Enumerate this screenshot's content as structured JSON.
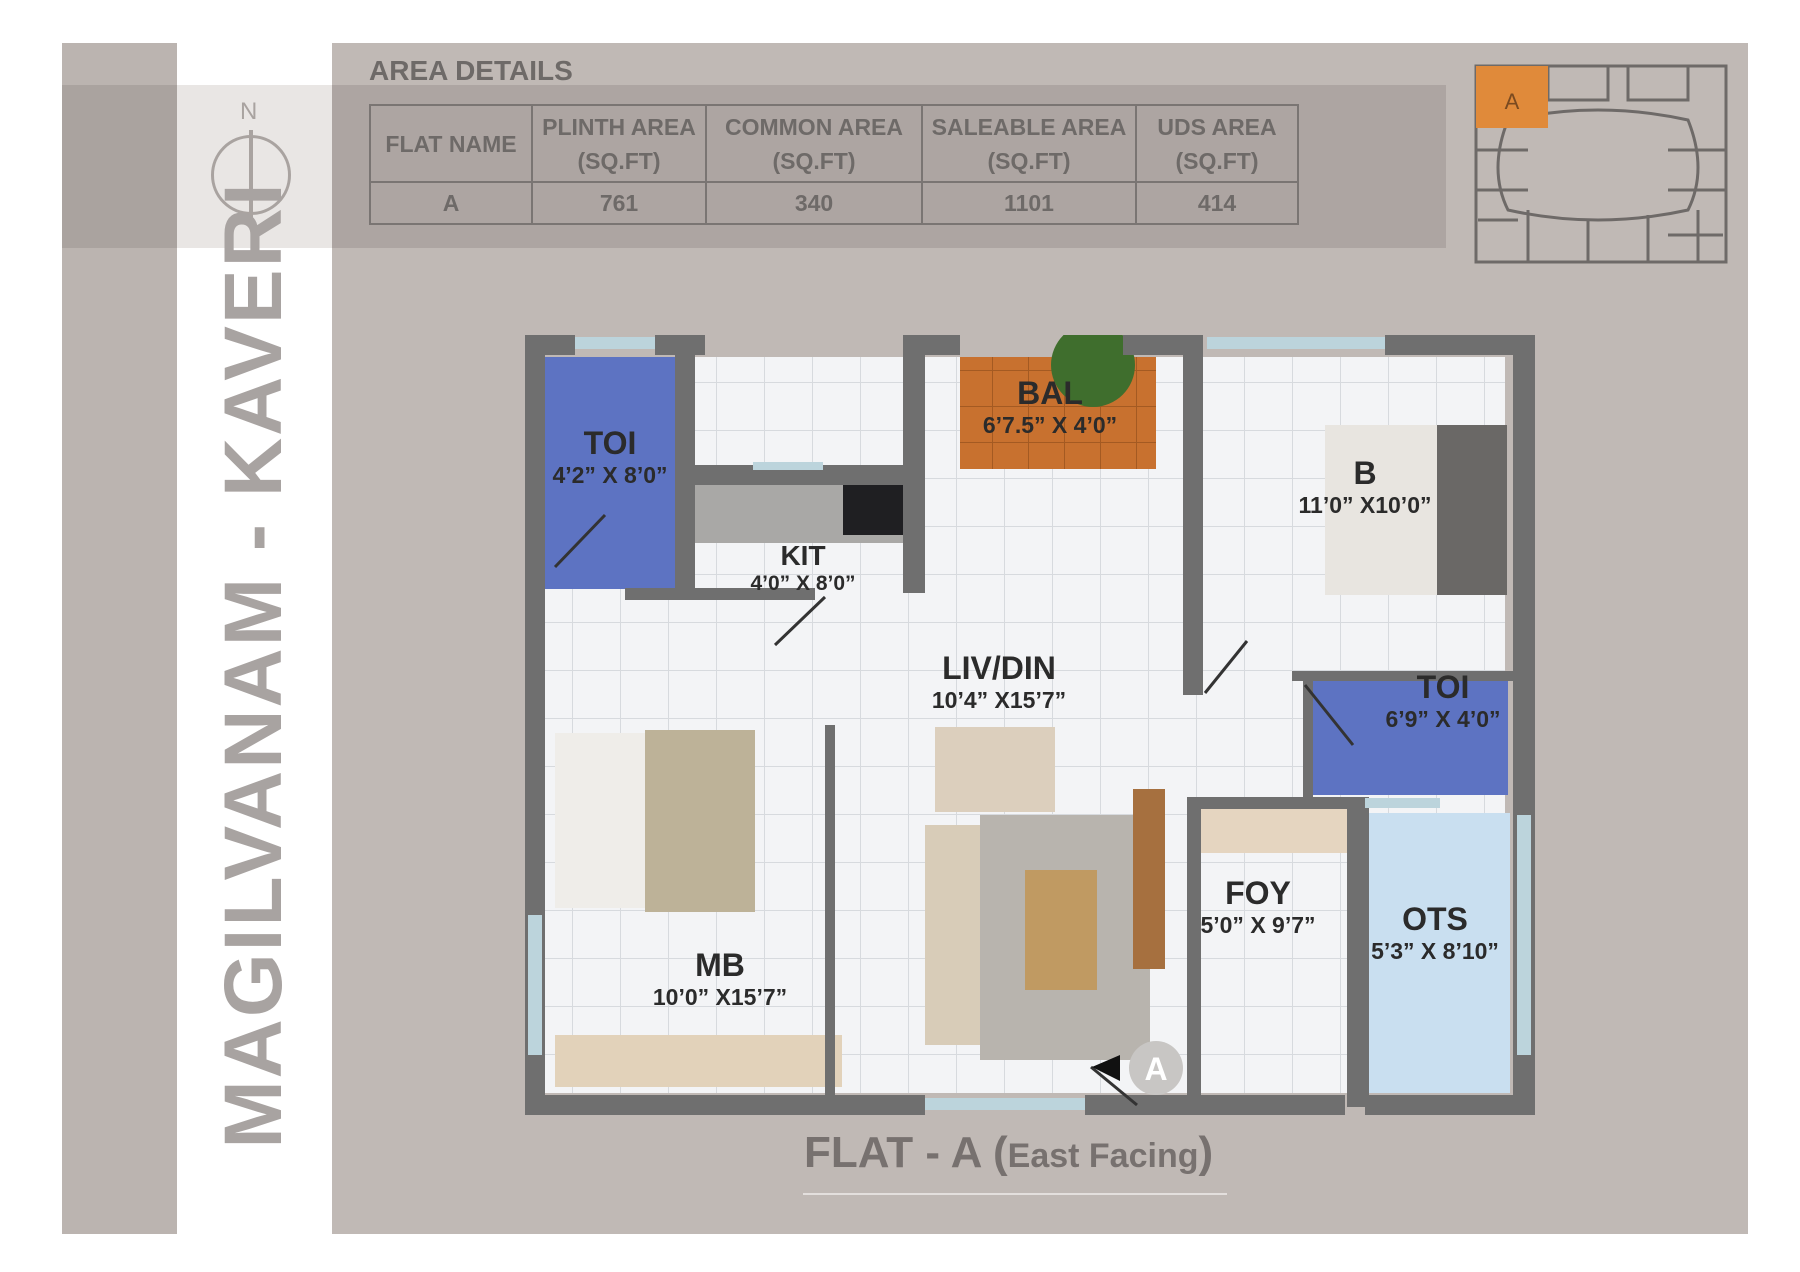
{
  "project_title": "MAGILVANAM - KAVERI",
  "compass": {
    "north_label": "N"
  },
  "area_details": {
    "title": "AREA DETAILS",
    "headers": [
      {
        "line1": "FLAT NAME",
        "line2": ""
      },
      {
        "line1": "PLINTH AREA",
        "line2": "(SQ.FT)"
      },
      {
        "line1": "COMMON AREA",
        "line2": "(SQ.FT)"
      },
      {
        "line1": "SALEABLE AREA",
        "line2": "(SQ.FT)"
      },
      {
        "line1": "UDS AREA",
        "line2": "(SQ.FT)"
      }
    ],
    "row": [
      "A",
      "761",
      "340",
      "1101",
      "414"
    ]
  },
  "key_plan": {
    "highlight_label": "A",
    "highlight_color": "#e08a3a"
  },
  "rooms": {
    "toi1": {
      "name": "TOI",
      "dims": "4’2” X 8’0”"
    },
    "kit": {
      "name": "KIT",
      "dims": "4’0” X 8’0”"
    },
    "bal": {
      "name": "BAL",
      "dims": "6’7.5” X 4’0”"
    },
    "b": {
      "name": "B",
      "dims": "11’0” X10’0”"
    },
    "livdin": {
      "name": "LIV/DIN",
      "dims": "10’4” X15’7”"
    },
    "toi2": {
      "name": "TOI",
      "dims": "6’9” X 4’0”"
    },
    "mb": {
      "name": "MB",
      "dims": "10’0” X15’7”"
    },
    "foy": {
      "name": "FOY",
      "dims": "5’0” X 9’7”"
    },
    "ots": {
      "name": "OTS",
      "dims": "5’3” X 8’10”"
    }
  },
  "entry_marker": "A",
  "caption": {
    "main": "FLAT - A (",
    "sub": "East Facing",
    "end": ")"
  },
  "colors": {
    "wall": "#6f6f6f",
    "toilet_floor": "#5d73c2",
    "balcony_floor": "#c8712f",
    "ots_fill": "#c9dff0",
    "tile_floor": "#f1f3f5"
  }
}
